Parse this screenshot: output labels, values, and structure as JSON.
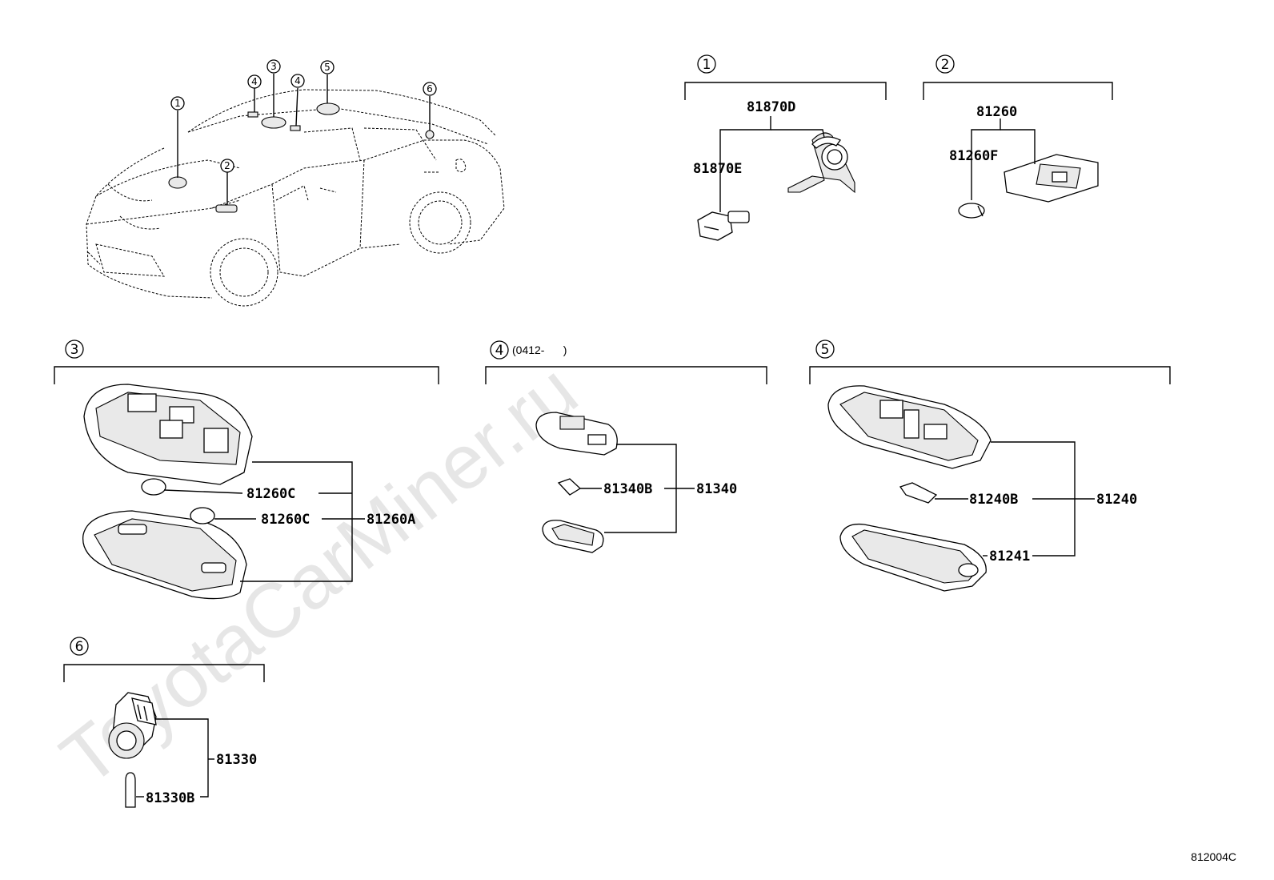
{
  "watermark": "ToyotaCarMiner.ru",
  "reference_code": "812004C",
  "overview_callouts": [
    "1",
    "2",
    "3",
    "4",
    "4",
    "5",
    "6"
  ],
  "sections": [
    {
      "number": "1",
      "parts": [
        "81870D",
        "81870E"
      ]
    },
    {
      "number": "2",
      "parts": [
        "81260",
        "81260F"
      ]
    },
    {
      "number": "3",
      "parts": [
        "81260C",
        "81260C",
        "81260A"
      ]
    },
    {
      "number": "4",
      "note": "(0412-      )",
      "parts": [
        "81340B",
        "81340"
      ]
    },
    {
      "number": "5",
      "parts": [
        "81240B",
        "81240",
        "81241"
      ]
    },
    {
      "number": "6",
      "parts": [
        "81330",
        "81330B"
      ]
    }
  ]
}
